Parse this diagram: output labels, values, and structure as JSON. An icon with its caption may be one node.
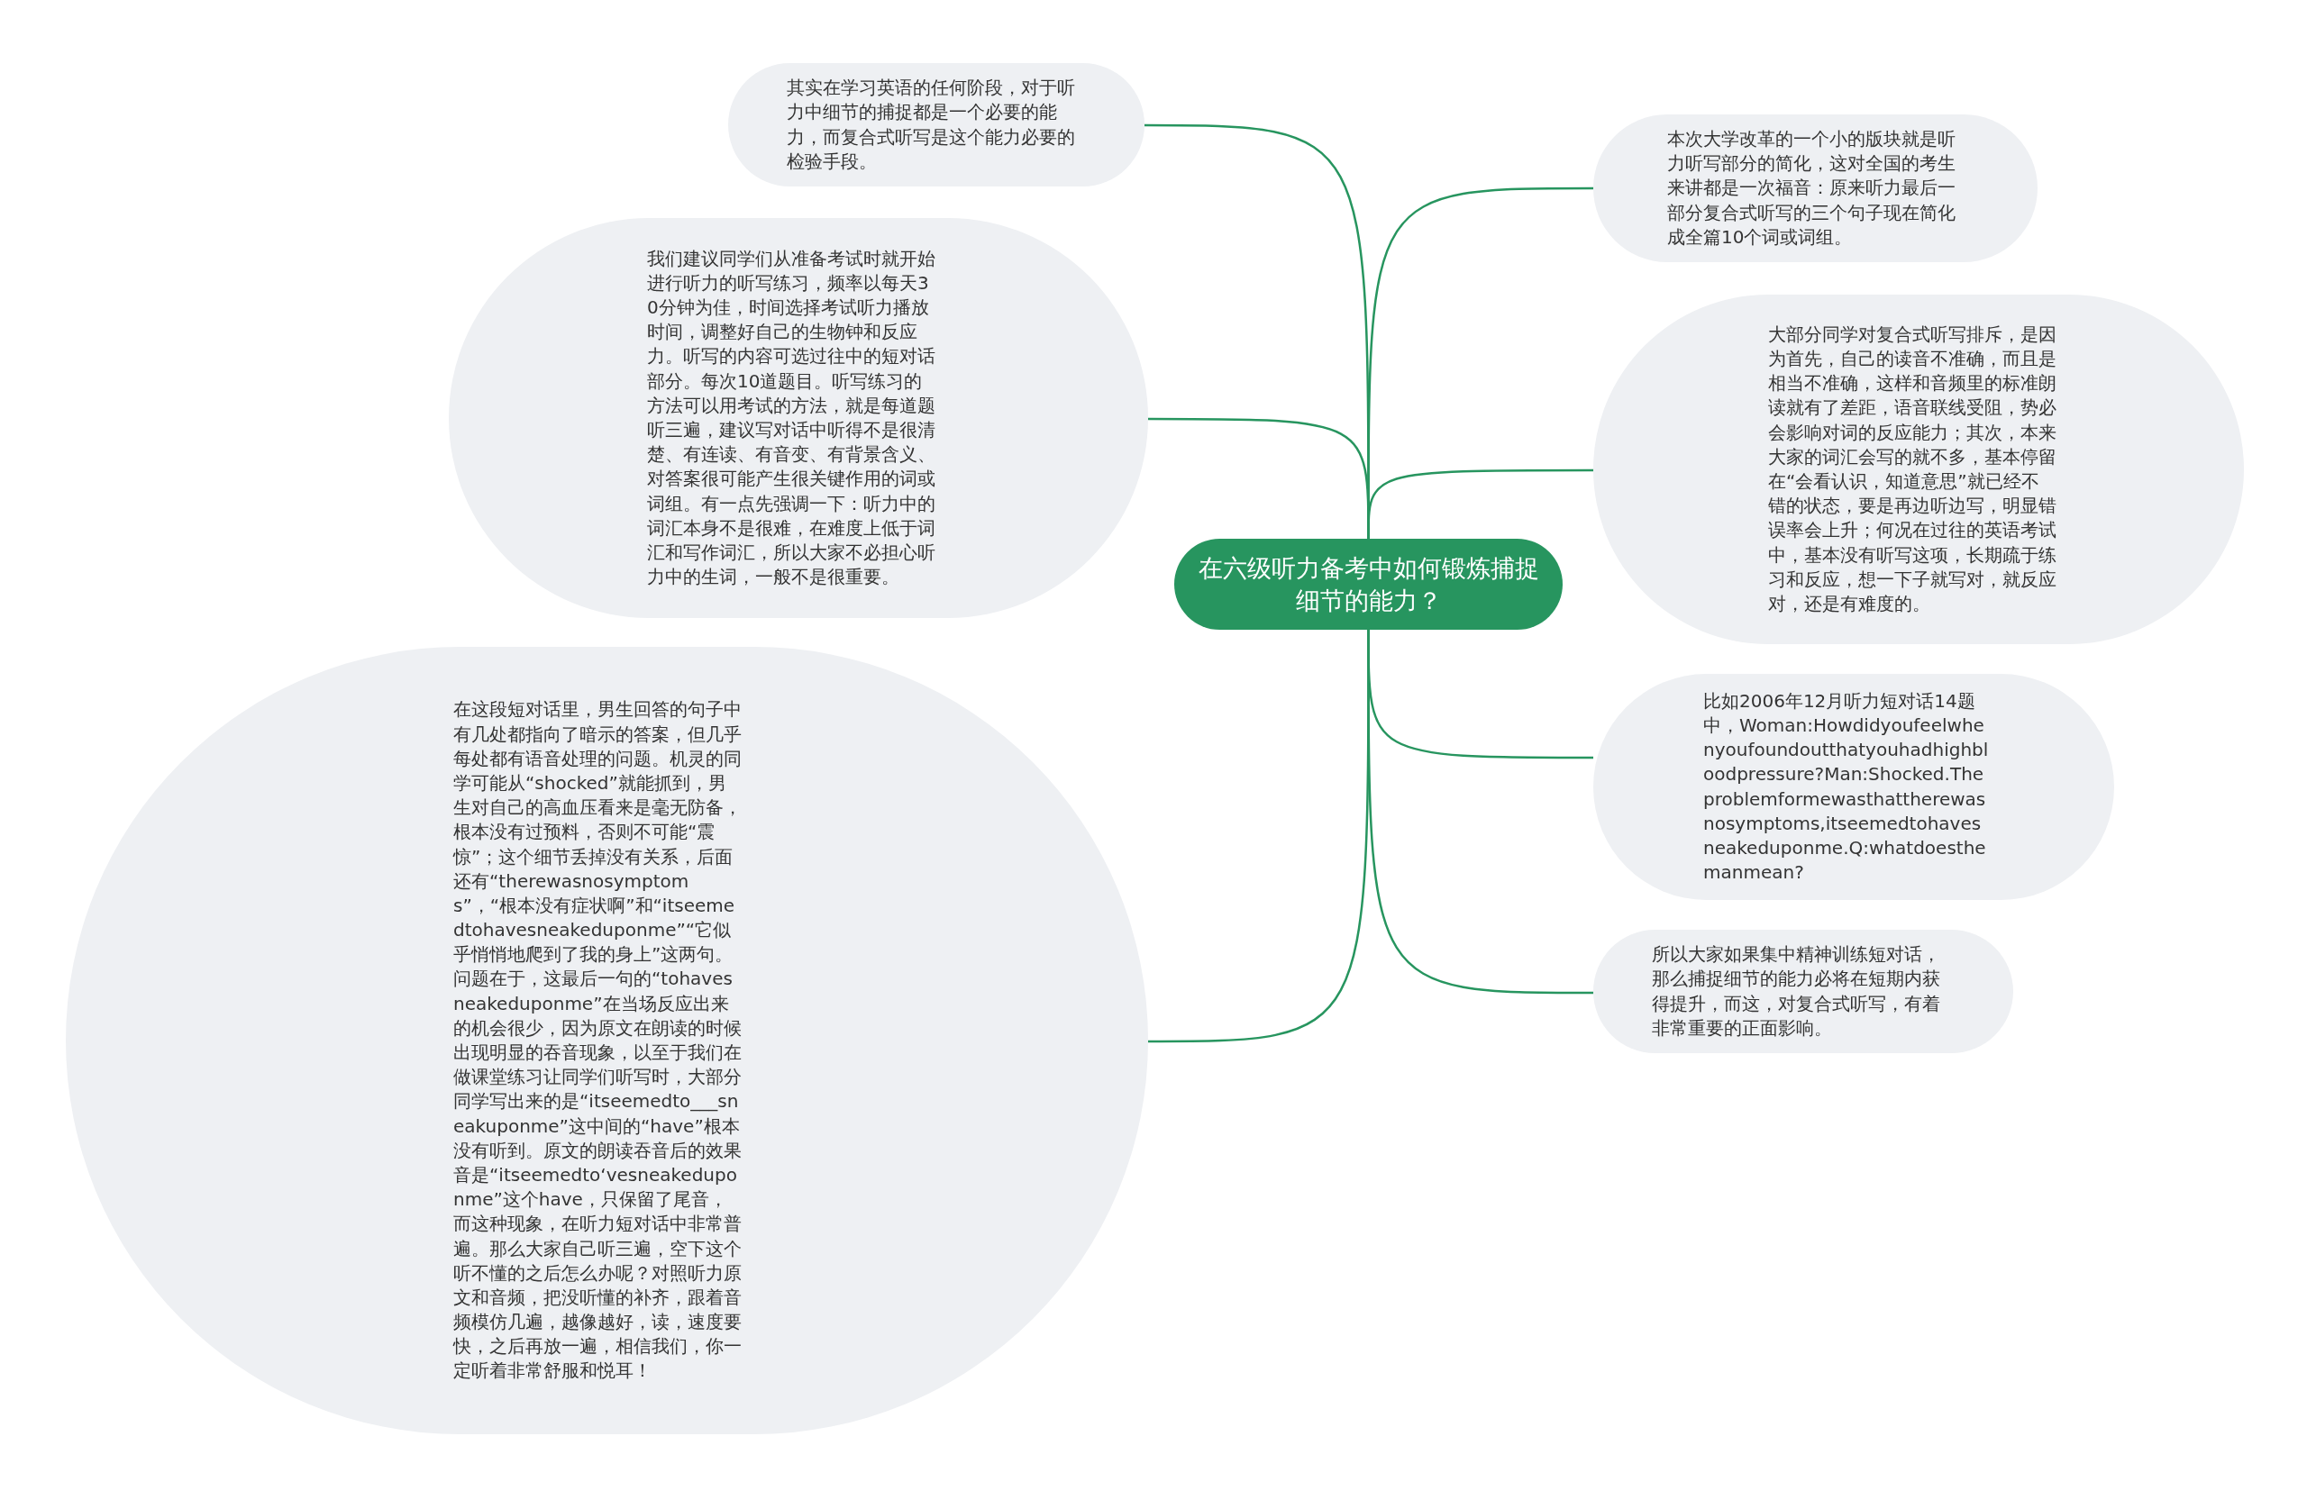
{
  "diagram": {
    "nodes": [
      {
        "text": [
          "在六级听力备考中如何锻炼捕捉细节的能力？"
        ]
      },
      {
        "text": [
          "其实在学习英语的任何阶段，对于听力中细节的捕捉都是一个必要的能力，而复合式听写是这个能力必要的检验手段。"
        ]
      },
      {
        "text": [
          "我们建议同学们从准备考试时就开始进行听力的听写练习，频率以每天30分钟为佳，时间选择考试听力播放时间，调整好自己的生物钟和反应力。听写的内容可选过往中的短对话部分。每次10道题目。听写练习的方法可以用考试的方法，就是每道题听三遍，建议写对话中听得不是很清楚、有连读、有音变、有背景含义、对答案很可能产生很关键作用的词或词组。有一点先强调一下：听力中的词汇本身不是很难，在难度上低于词汇和写作词汇，所以大家不必担心听力中的生词，一般不是很重要。"
        ]
      },
      {
        "text": [
          "在这段短对话里，男生回答的句子中有几处都指向了暗示的答案，但几乎每处都有语音处理的问题。机灵的同学可能从“shocked”就能抓到，男生对自己的高血压看来是毫无防备，根本没有过预料，否则不可能“震惊”；这个细节丢掉没有关系，后面还有“therewasnosymptoms”，“根本没有症状啊”和“itseemedtohavesneakeduponme”“它似乎悄悄地爬到了我的身上”这两句。问题在于，这最后一句的“tohavesneakeduponme”在当场反应出来的机会很少，因为原文在朗读的时候出现明显的吞音现象，以至于我们在做课堂练习让同学们听写时，大部分同学写出来的是“itseemedto___sneakuponme”这中间的“have”根本没有听到。原文的朗读吞音后的效果音是“itseemedto‘vesneakeduponme”这个have，只保留了尾音，而这种现象，在听力短对话中非常普遍。那么大家自己听三遍，空下这个听不懂的之后怎么办呢？对照听力原文和音频，把没听懂的补齐，跟着音频模仿几遍，越像越好，读，速度要快，之后再放一遍，相信我们，你一定听着非常舒服和悦耳！"
        ]
      },
      {
        "text": [
          "本次大学改革的一个小的版块就是听力听写部分的简化，这对全国的考生来讲都是一次福音：原来听力最后一部分复合式听写的三个句子现在简化成全篇10个词或词组。"
        ]
      },
      {
        "text": [
          "大部分同学对复合式听写排斥，是因为首先，自己的读音不准确，而且是相当不准确，这样和音频里的标准朗读就有了差距，语音联线受阻，势必会影响对词的反应能力；其次，本来大家的词汇会写的就不多，基本停留在“会看认识，知道意思”就已经不错的状态，要是再边听边写，明显错误率会上升；何况在过往的英语考试中，基本没有听写这项，长期疏于练习和反应，想一下子就写对，就反应对，还是有难度的。"
        ]
      },
      {
        "text": [
          "比如2006年12月听力短对话14题中，Woman:Howdidyoufeelwhenyoufoundoutthatyouhadhighbloodpressure?Man:Shocked.Theproblemformewasthattherewasnosymptoms,itseemedtohavesneakeduponme.Q:whatdoesthemanmean?"
        ]
      },
      {
        "text": [
          "所以大家如果集中精神训练短对话，那么捕捉细节的能力必将在短期内获得提升，而这，对复合式听写，有着非常重要的正面影响。"
        ]
      }
    ],
    "edges": [
      {
        "from": 0,
        "to": 1,
        "arrow": "none"
      },
      {
        "from": 0,
        "to": 2,
        "arrow": "none"
      },
      {
        "from": 0,
        "to": 3,
        "arrow": "none"
      },
      {
        "from": 0,
        "to": 4,
        "arrow": "none"
      },
      {
        "from": 0,
        "to": 5,
        "arrow": "none"
      },
      {
        "from": 0,
        "to": 6,
        "arrow": "none"
      },
      {
        "from": 0,
        "to": 7,
        "arrow": "none"
      }
    ]
  }
}
